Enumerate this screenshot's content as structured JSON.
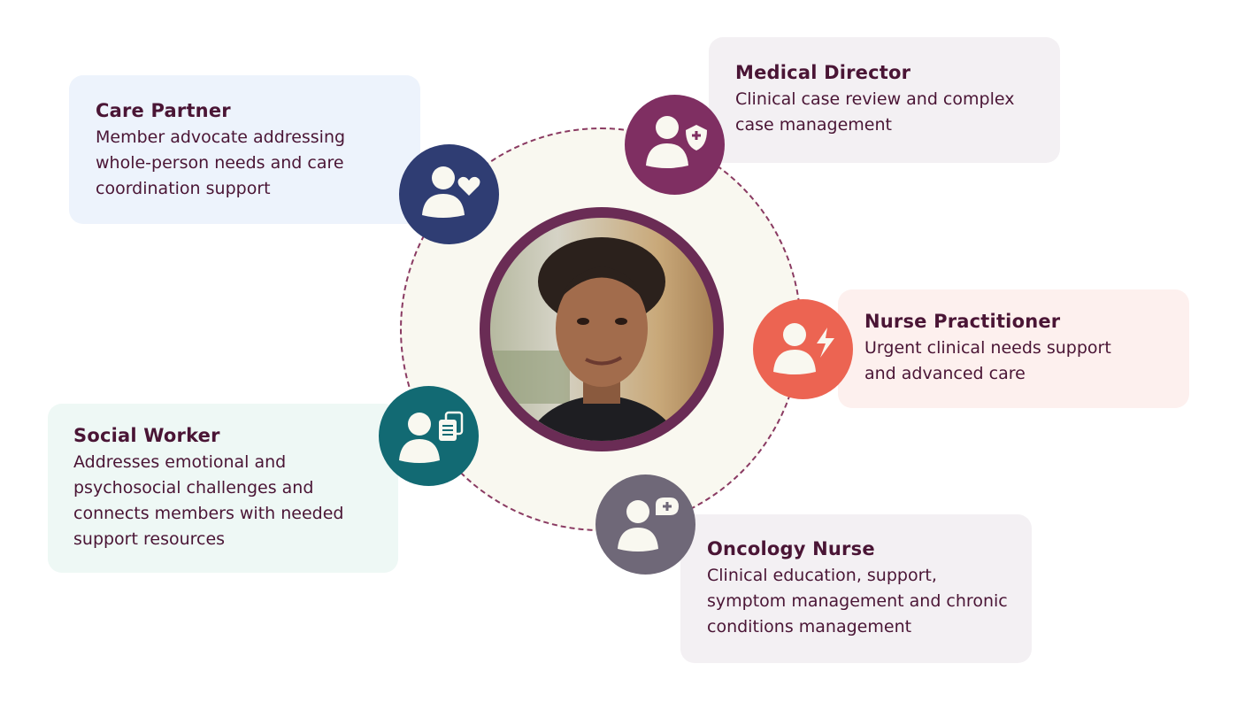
{
  "roles": [
    {
      "title": "Care Partner",
      "description": "Member advocate addressing whole-person needs and care coordination support",
      "color": "#2f3d73",
      "card_bg": "#edf3fc",
      "icon": "person-heart-icon"
    },
    {
      "title": "Medical Director",
      "description": "Clinical case review and complex case management",
      "color": "#7f2f62",
      "card_bg": "#f3f0f3",
      "icon": "person-shield-icon"
    },
    {
      "title": "Nurse Practitioner",
      "description": "Urgent clinical needs support and advanced care",
      "color": "#ec6452",
      "card_bg": "#fdf0ee",
      "icon": "person-lightning-icon"
    },
    {
      "title": "Social Worker",
      "description": "Addresses emotional and psychosocial challenges and connects members with needed support resources",
      "color": "#126a73",
      "card_bg": "#eef8f5",
      "icon": "person-documents-icon"
    },
    {
      "title": "Oncology Nurse",
      "description": "Clinical education, support, symptom management and chronic conditions management",
      "color": "#6f6878",
      "card_bg": "#f3f0f3",
      "icon": "person-chat-plus-icon"
    }
  ],
  "colors": {
    "title_text": "#4a1535",
    "ring_dash": "#8a3a62",
    "photo_border": "#6a2c55",
    "ring_fill": "#f9f8f0"
  }
}
